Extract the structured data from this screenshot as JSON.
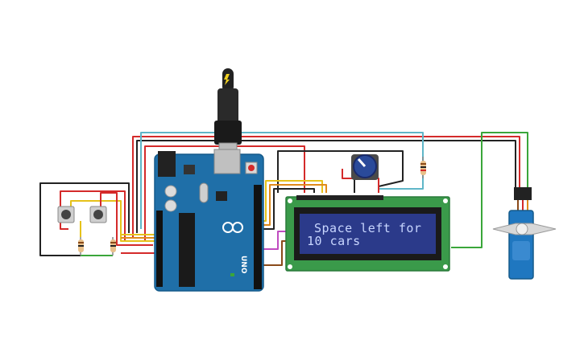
{
  "lcd": {
    "line1": "Space left for",
    "line2": "10 cars"
  },
  "arduino": {
    "brand_label": "UNO"
  },
  "colors": {
    "arduino_board": "#1f6fa8",
    "lcd_board": "#3a9a4a",
    "lcd_screen": "#2b3a8a",
    "wire_red": "#d42a2a",
    "wire_black": "#222222",
    "wire_yellow": "#e6c21a",
    "wire_orange": "#e08a1a",
    "wire_green": "#3aa63a",
    "wire_cyan": "#5fb6c8",
    "wire_purple": "#c04cc0",
    "servo_body": "#1f77c0"
  },
  "icons": [
    "usb-cable-icon",
    "potentiometer-icon",
    "pushbutton-icon",
    "resistor-icon",
    "servo-motor-icon"
  ]
}
